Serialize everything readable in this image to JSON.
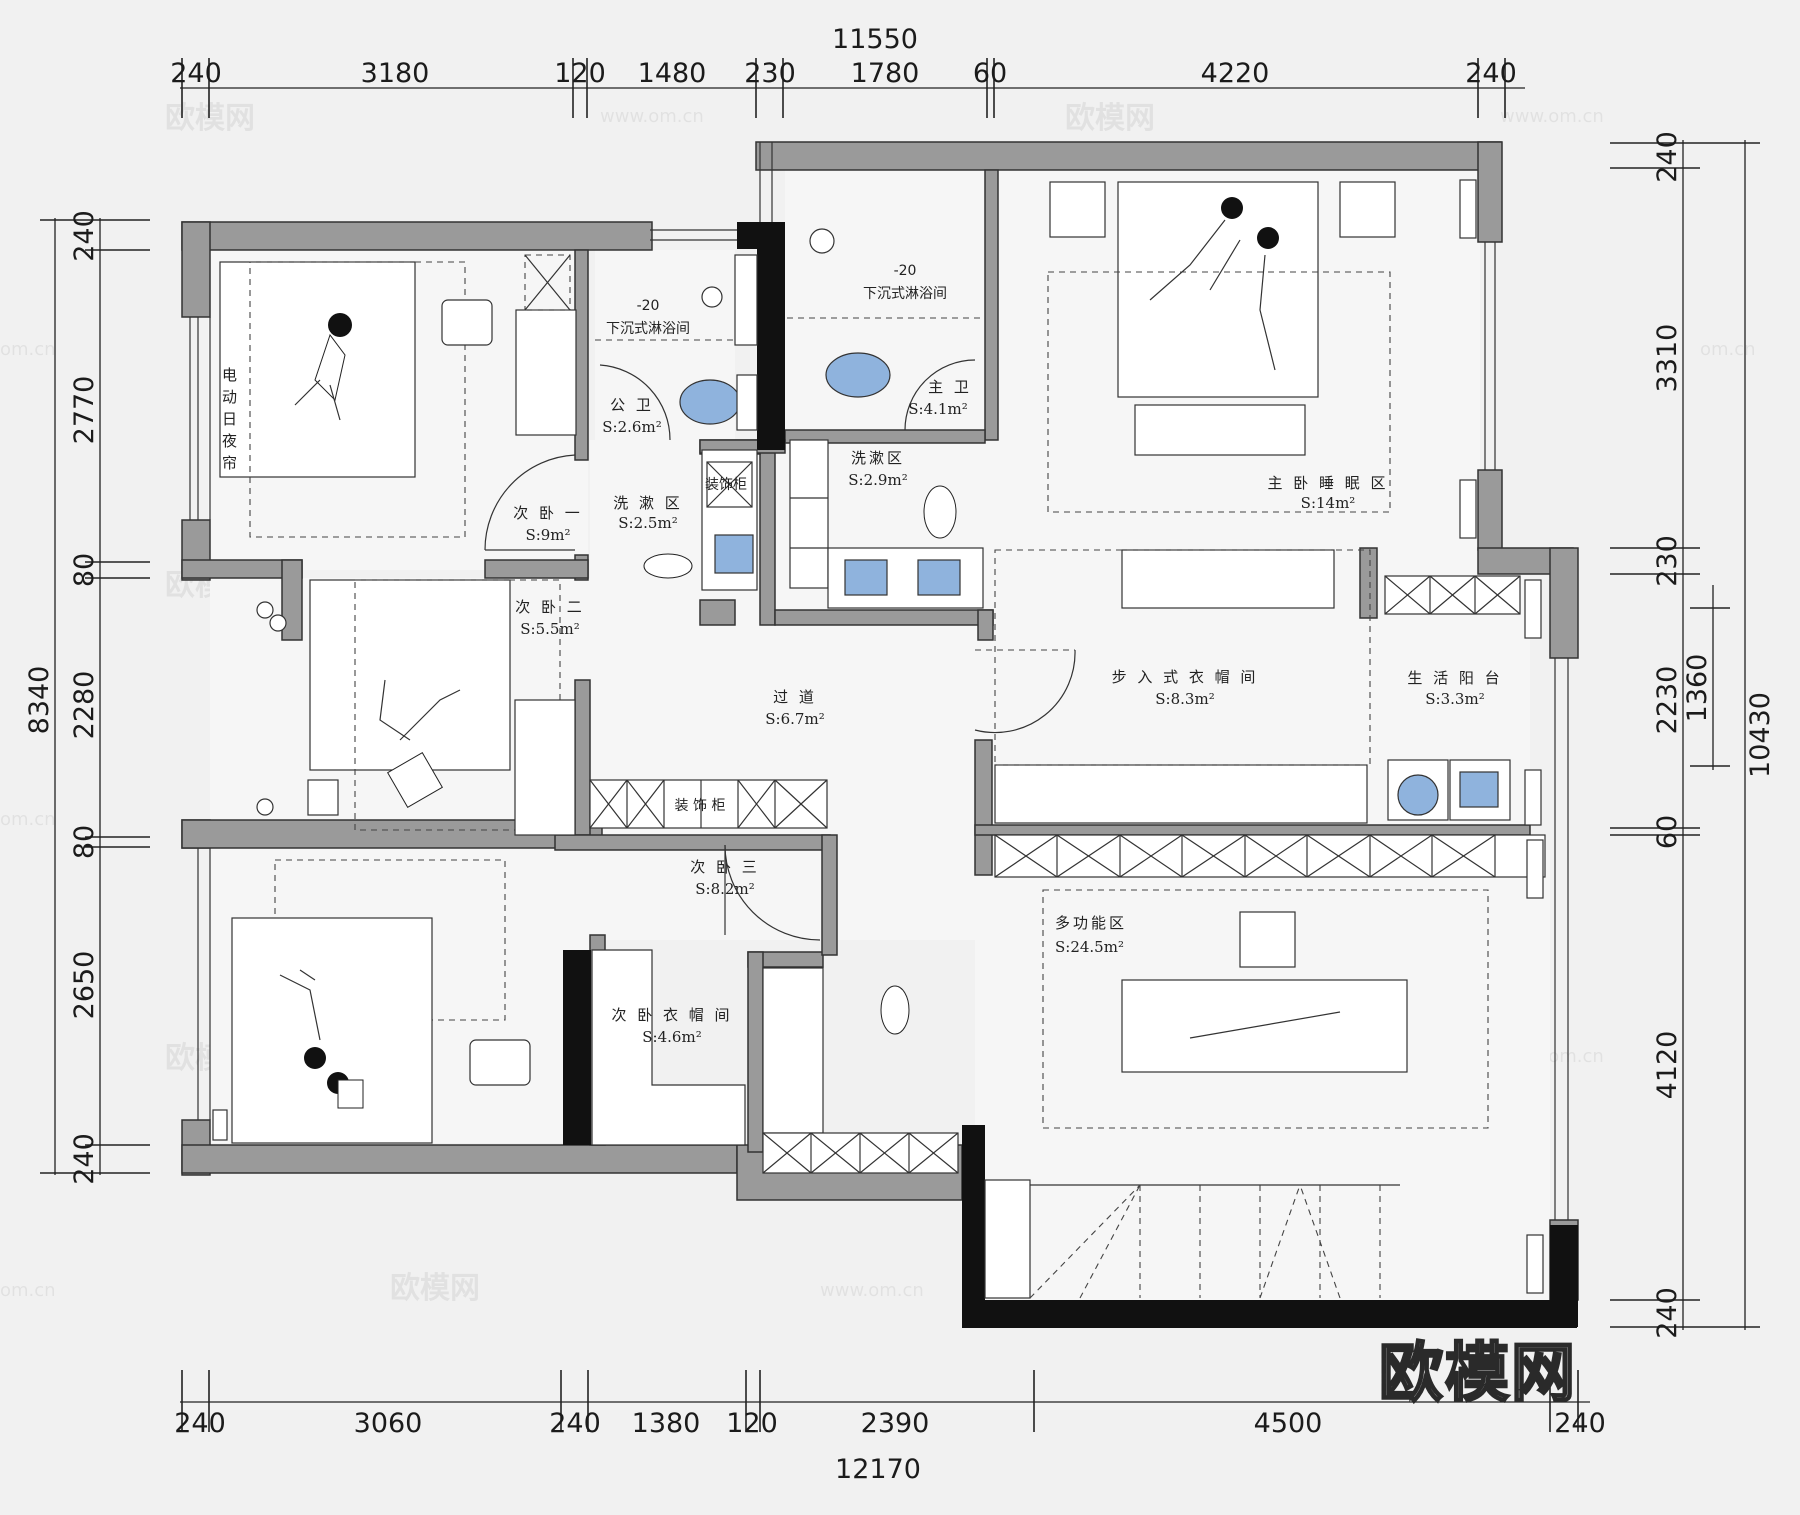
{
  "dimensions": {
    "top_total": "11550",
    "top": [
      "240",
      "3180",
      "120",
      "1480",
      "230",
      "1780",
      "60",
      "4220",
      "240"
    ],
    "bottom_total": "12170",
    "bottom": [
      "240",
      "3060",
      "240",
      "1380",
      "120",
      "2390",
      "4500",
      "240"
    ],
    "left_total": "8340",
    "left": [
      "240",
      "2770",
      "80",
      "2280",
      "80",
      "2650",
      "240"
    ],
    "right_total": "10430",
    "right_sub": "1360",
    "right": [
      "240",
      "3310",
      "230",
      "2230",
      "60",
      "4120",
      "240"
    ]
  },
  "rooms": {
    "bed2_name": "次 卧 一",
    "bed2_area": "S:9m²",
    "curtain": [
      "电",
      "动",
      "日",
      "夜",
      "帘"
    ],
    "bath_pub_name": "公 卫",
    "bath_pub_area": "S:2.6m²",
    "shower1_level": "-20",
    "shower1_name": "下沉式淋浴间",
    "shower2_level": "-20",
    "shower2_name": "下沉式淋浴间",
    "wash1_name": "洗 漱 区",
    "wash1_area": "S:2.5m²",
    "decor_cab1": "装饰柜",
    "master_bath_name": "主 卫",
    "master_bath_area": "S:4.1m²",
    "wash2_name": "洗漱区",
    "wash2_area": "S:2.9m²",
    "master_name": "主 卧 睡 眠 区",
    "master_area": "S:14m²",
    "bed3_name": "次 卧 二",
    "bed3_area": "S:5.5m²",
    "hall_name": "过 道",
    "hall_area": "S:6.7m²",
    "walkin_name": "步 入 式 衣 帽 间",
    "walkin_area": "S:8.3m²",
    "balcony_name": "生 活 阳 台",
    "balcony_area": "S:3.3m²",
    "decor_cab2": "装 饰 柜",
    "bed4_name": "次 卧 三",
    "bed4_area": "S:8.2m²",
    "closet_name": "次 卧 衣 帽 间",
    "closet_area": "S:4.6m²",
    "multi_name": "多功能区",
    "multi_area": "S:24.5m²"
  },
  "watermark": {
    "text": "欧模网",
    "url": "www.om.cn",
    "url_short": "om.cn",
    "logo": "欧模网"
  },
  "colors": {
    "wall": "#9a9a9a",
    "fixture_blue": "#8fb3dd",
    "background": "#f1f1f1"
  }
}
